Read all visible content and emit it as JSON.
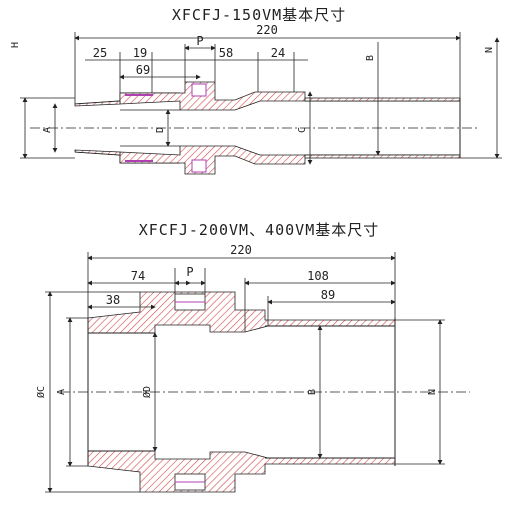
{
  "titles": {
    "top": "XFCFJ-150VM基本尺寸",
    "bottom": "XFCFJ-200VM、400VM基本尺寸"
  },
  "top_drawing": {
    "dims": {
      "overall": "220",
      "d25": "25",
      "d19": "19",
      "p": "P",
      "d58": "58",
      "d24": "24",
      "d69": "69",
      "h": "H",
      "a": "A",
      "d": "D",
      "c": "C",
      "b": "B",
      "n": "N"
    }
  },
  "bottom_drawing": {
    "dims": {
      "overall": "220",
      "d74": "74",
      "p": "P",
      "d108": "108",
      "d38": "38",
      "d89": "89",
      "phi_c": "ØC",
      "a": "A",
      "phi_d": "ØD",
      "b": "B",
      "n": "N"
    }
  },
  "colors": {
    "line": "#222222",
    "hatch": "#d44a4a",
    "accent": "#b040b0"
  }
}
